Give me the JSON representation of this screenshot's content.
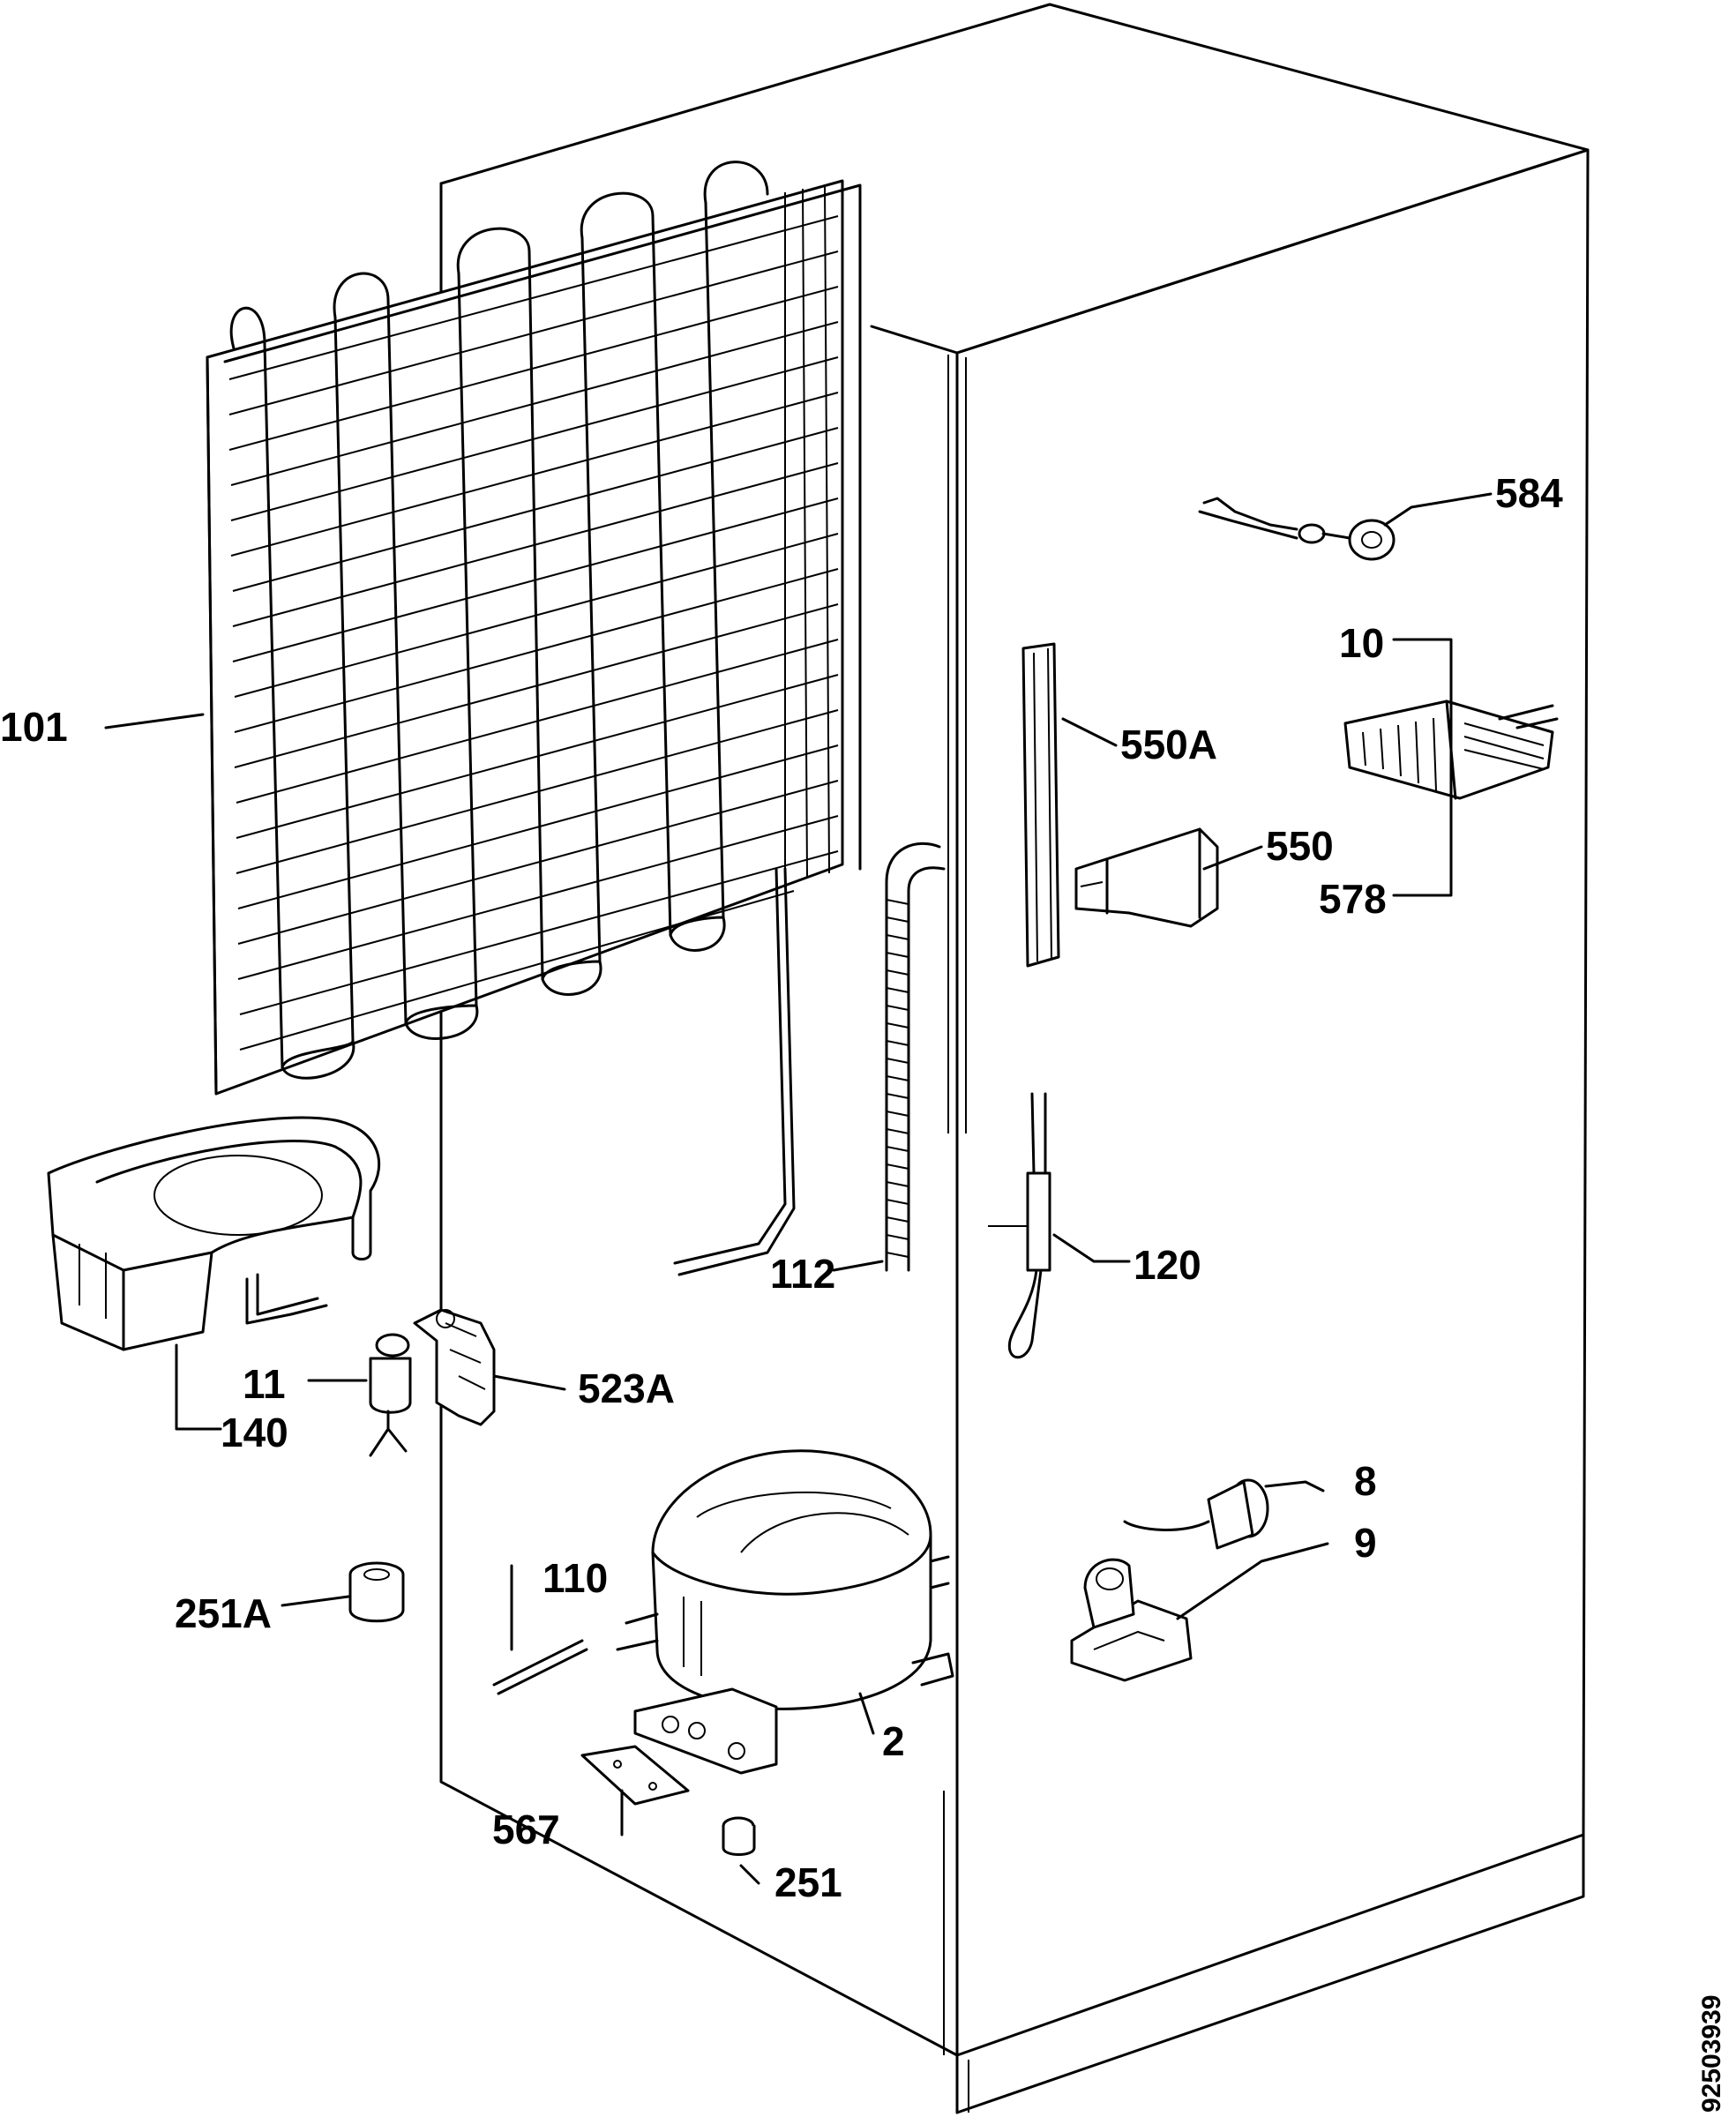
{
  "drawing_number": "92503939",
  "part_labels": {
    "condenser": "101",
    "drip_tray": "140",
    "relay": "11",
    "relay_bracket": "523A",
    "rubber_grommet": "251A",
    "capillary_tube": "112",
    "drain_tube": "120",
    "door_hinge_cover": "550A",
    "hinge_bracket": "550",
    "hinge_part": "578",
    "thermostat": "10",
    "lamp_switch": "584",
    "pipe": "110",
    "compressor": "2",
    "mounting_plate": "567",
    "grommet": "251",
    "lamp_socket": "8",
    "lamp_holder": "9"
  }
}
